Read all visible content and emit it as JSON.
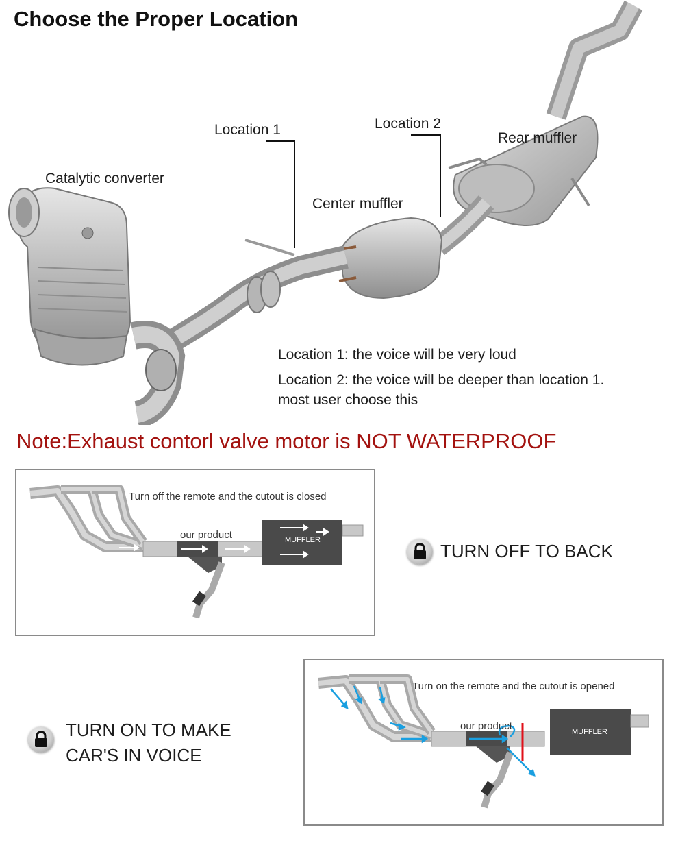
{
  "title": "Choose the Proper Location",
  "labels": {
    "location1": "Location 1",
    "location2": "Location 2",
    "rear_muffler": "Rear muffler",
    "catalytic_converter": "Catalytic converter",
    "center_muffler": "Center muffler"
  },
  "descriptions": {
    "line1": "Location 1: the voice will be very loud",
    "line2": "Location 2: the voice will be deeper than location 1.",
    "line3": "most user choose this"
  },
  "note": "Note:Exhaust contorl valve motor is NOT WATERPROOF",
  "panel_off": {
    "caption": "Turn off the remote and the cutout is closed",
    "product_label": "our product",
    "muffler_label": "MUFFLER"
  },
  "panel_on": {
    "caption": "Turn on the remote and the cutout is opened",
    "product_label": "our product",
    "muffler_label": "MUFFLER"
  },
  "turn_off_text": "TURN OFF TO BACK",
  "turn_on_text_line1": "TURN ON TO MAKE",
  "turn_on_text_line2": "CAR'S IN VOICE",
  "colors": {
    "note_red": "#a3120f",
    "flow_arrow_blue": "#1a9fe0",
    "valve_line_red": "#e0101a",
    "muffler_dark": "#4a4a4a",
    "pipe_gray": "#c8c8c8"
  }
}
